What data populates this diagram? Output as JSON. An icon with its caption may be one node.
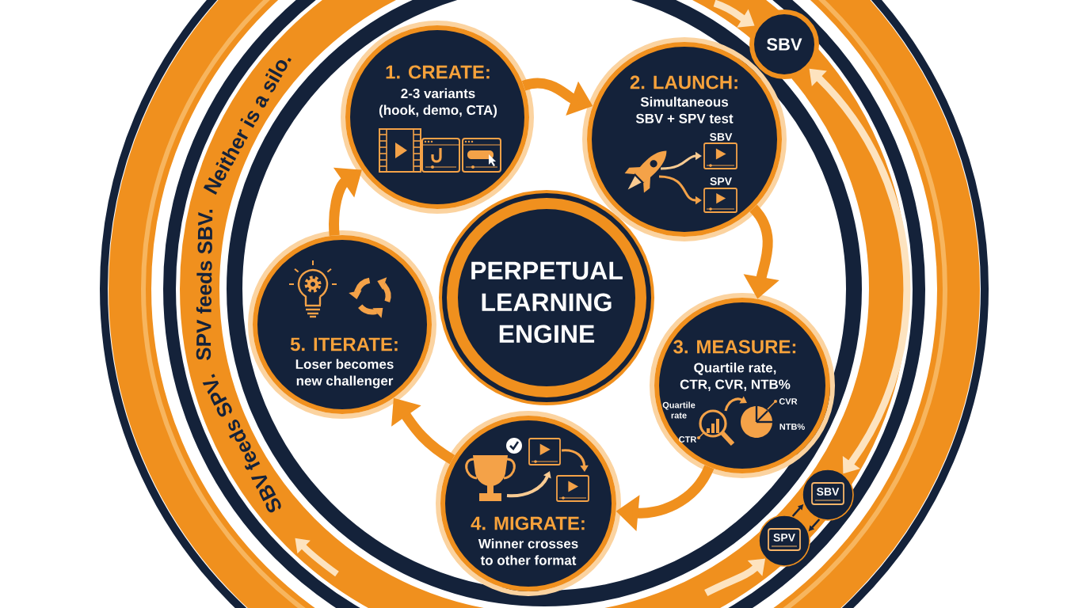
{
  "diagram": {
    "nodes": [
      {
        "text": [
          "1. CREATE:",
          "2-3 variants (hook, demo, CTA)"
        ]
      },
      {
        "text": [
          "2. LAUNCH:",
          "Simultaneous SBV + SPV test",
          "SBV",
          "SPV"
        ]
      },
      {
        "text": [
          "3. MEASURE:",
          "Quartile rate, CTR, CVR, NTB%",
          "Quartile rate",
          "CVR",
          "NTB%",
          "CTR"
        ]
      },
      {
        "text": [
          "4. MIGRATE:",
          "Winner crosses to other format"
        ]
      },
      {
        "text": [
          "5. ITERATE:",
          "Loser becomes new challenger"
        ]
      },
      {
        "text": [
          "PERPETUAL LEARNING ENGINE"
        ]
      },
      {
        "text": [
          "SBV"
        ]
      },
      {
        "text": [
          "SBV"
        ]
      },
      {
        "text": [
          "SPV"
        ]
      }
    ],
    "edges": [
      {
        "from": 0,
        "to": 1,
        "arrow": "to"
      },
      {
        "from": 1,
        "to": 2,
        "arrow": "to"
      },
      {
        "from": 2,
        "to": 3,
        "arrow": "to"
      },
      {
        "from": 3,
        "to": 4,
        "arrow": "to"
      },
      {
        "from": 4,
        "to": 0,
        "arrow": "to"
      },
      {
        "from": 6,
        "to": 7,
        "arrow": "both",
        "color": "#fde3bf"
      },
      {
        "from": 7,
        "to": 8,
        "arrow": "to",
        "color": "#14223a"
      },
      {
        "from": 8,
        "to": 7,
        "arrow": "to",
        "color": "#14223a"
      },
      {
        "from": null,
        "to": 8,
        "arrow": "to",
        "color": "#fde3bf"
      },
      {
        "from": null,
        "to": 6,
        "arrow": "to",
        "color": "#fde3bf"
      }
    ],
    "labels": [
      "SBV feeds SPV.",
      "SPV feeds SBV.",
      "Neither is a silo."
    ]
  }
}
